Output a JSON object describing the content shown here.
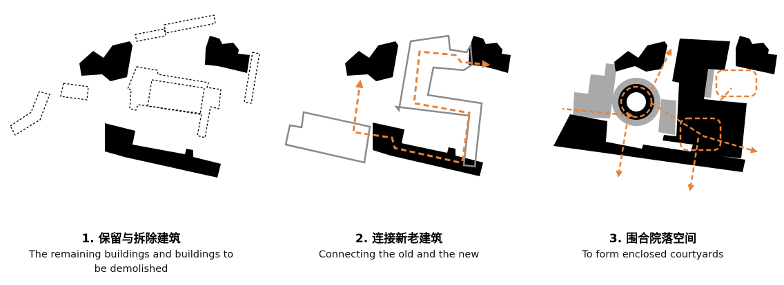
{
  "panels": [
    {
      "title": "1.   保留与拆除建筑",
      "subtitle": "The remaining buildings and buildings to be demolished"
    },
    {
      "title": "2. 连接新老建筑",
      "subtitle": "Connecting the old and the new"
    },
    {
      "title": "3. 围合院落空间",
      "subtitle": "To form enclosed courtyards"
    }
  ],
  "colors": {
    "building": "#000000",
    "demolished_outline": "#000000",
    "new_outline": "#888888",
    "courtyard_grey": "#aaaaaa",
    "route": "#e8823a"
  }
}
